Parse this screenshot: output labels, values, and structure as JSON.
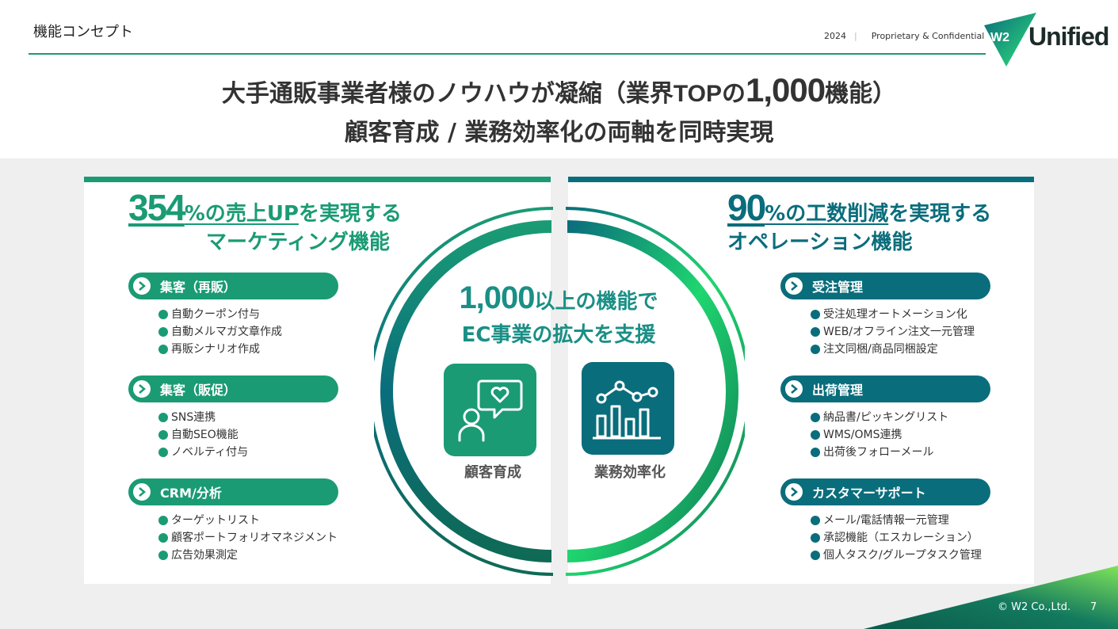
{
  "header": {
    "title": "機能コンセプト",
    "year": "2024",
    "separator": "|",
    "confidential": "Proprietary & Confidential",
    "logo_text": "Unified",
    "logo_badge": "W2"
  },
  "headline": {
    "line1_pre": "大手通販事業者様のノウハウが凝縮（業界",
    "line1_top": "TOP",
    "line1_of": "の",
    "line1_num": "1,000",
    "line1_post": "機能）",
    "line2": "顧客育成 / 業務効率化の両軸を同時実現"
  },
  "left": {
    "claim_num": "354",
    "claim_pct": "%の",
    "claim_highlight": "売上UP",
    "claim_rest": "を実現する",
    "claim_sub": "マーケティング機能",
    "groups": [
      {
        "title": "集客（再販）",
        "items": [
          "自動クーポン付与",
          "自動メルマガ文章作成",
          "再販シナリオ作成"
        ]
      },
      {
        "title": "集客（販促）",
        "items": [
          "SNS連携",
          "自動SEO機能",
          "ノベルティ付与"
        ]
      },
      {
        "title": "CRM/分析",
        "items": [
          "ターゲットリスト",
          "顧客ポートフォリオマネジメント",
          "広告効果測定"
        ]
      }
    ]
  },
  "right": {
    "claim_num": "90",
    "claim_pct": "%の",
    "claim_highlight": "工数削減",
    "claim_rest": "を実現する",
    "claim_sub": "オペレーション機能",
    "groups": [
      {
        "title": "受注管理",
        "items": [
          "受注処理オートメーション化",
          "WEB/オフライン注文一元管理",
          "注文同梱/商品同梱設定"
        ]
      },
      {
        "title": "出荷管理",
        "items": [
          "納品書/ピッキングリスト",
          "WMS/OMS連携",
          "出荷後フォローメール"
        ]
      },
      {
        "title": "カスタマーサポート",
        "items": [
          "メール/電話情報一元管理",
          "承認機能（エスカレーション）",
          "個人タスク/グループタスク管理"
        ]
      }
    ]
  },
  "center": {
    "line1_num": "1,000",
    "line1_rest": "以上の機能で",
    "line2": "EC事業の拡大を支援",
    "tile1_label": "顧客育成",
    "tile2_label": "業務効率化"
  },
  "footer": {
    "copyright": "© W2 Co.,Ltd.",
    "page_number": "7"
  },
  "colors": {
    "green": "#1a9b74",
    "teal": "#0a6d7c",
    "bright_green": "#2fe07a"
  }
}
